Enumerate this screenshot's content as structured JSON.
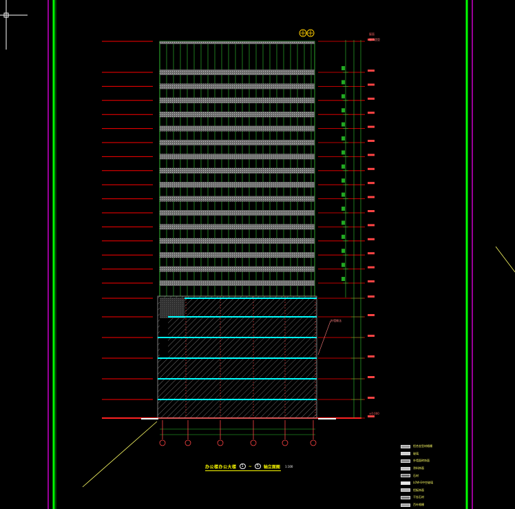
{
  "title": {
    "name": "办公楼办公大楼",
    "axis_start": "1",
    "axis_end": "5",
    "suffix": "轴立面图",
    "scale": "1:100"
  },
  "roof_label": "屋面",
  "roof_note": "屋顶造型",
  "ground_label": "±0.000",
  "callout_label": "外墙做法",
  "legend": [
    {
      "label": "铝合金型材格栅",
      "color": "#9a9a9a"
    },
    {
      "label": "玻璃",
      "color": "#cfcfcf"
    },
    {
      "label": "外墙面砖饰面",
      "color": "#8a8a8a"
    },
    {
      "label": "涂料饰面",
      "color": "#bdbdbd"
    },
    {
      "label": "石材",
      "color": "#6e6e6e"
    },
    {
      "label": "LOW-E中空玻璃",
      "color": "#e8e8e8"
    },
    {
      "label": "铝板饰面",
      "color": "#b0b0b0"
    },
    {
      "label": "干挂石材",
      "color": "#7a7a7a"
    },
    {
      "label": "百叶格栅",
      "color": "#a5a5a5"
    }
  ],
  "colors": {
    "background": "#000000",
    "level_lines": "#ff0000",
    "mullions": "#33cc33",
    "hatch": "#9a9a9a",
    "podium_bands": "#00ffff",
    "axis_lines": "#ff3333",
    "border_green": "#00ff00",
    "border_magenta": "#ff00ff"
  }
}
